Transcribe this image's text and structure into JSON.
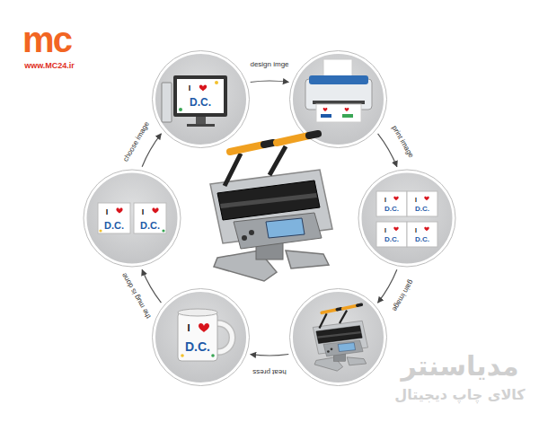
{
  "diagram": {
    "labels": [
      "www.MC24.ir",
      "mc",
      "design imge",
      "print image",
      "gain image",
      "heat press",
      "the mug is done",
      "choose image",
      "مدیاسنتر",
      "کالای چاپ دیجیتال",
      "I",
      "D.C.",
      "I",
      "D.C.",
      "I",
      "D.C.",
      "I",
      "D.C.",
      "I",
      "D.C.",
      "I",
      "D.C.",
      "I",
      "D.C.",
      "I",
      "D.C."
    ]
  }
}
